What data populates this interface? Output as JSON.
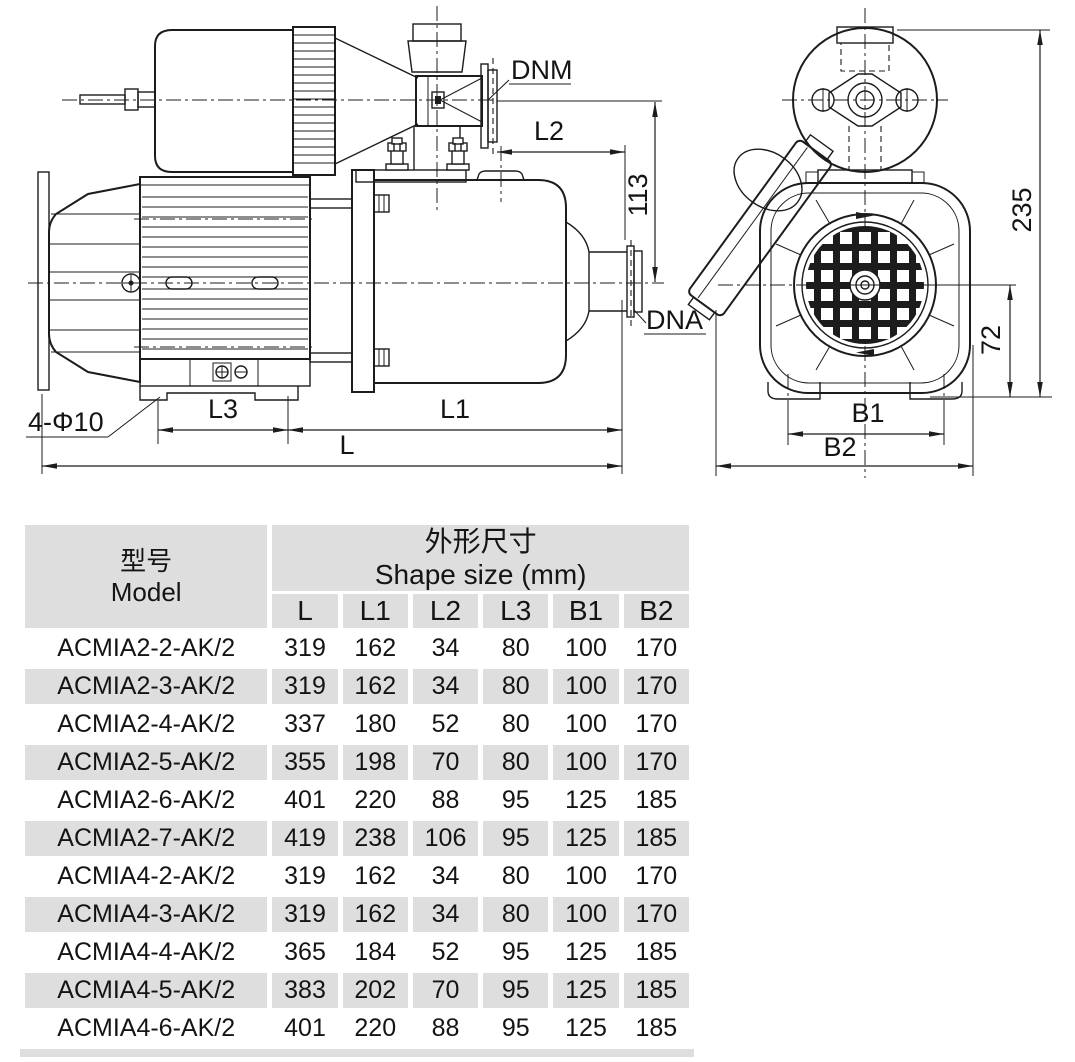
{
  "drawing": {
    "side_view_labels": {
      "dnm": "DNM",
      "l2": "L2",
      "height_113": "113",
      "dna": "DNA",
      "holes": "4-Φ10",
      "l3": "L3",
      "l1": "L1",
      "l": "L"
    },
    "end_view_labels": {
      "height_235": "235",
      "height_72": "72",
      "b1": "B1",
      "b2": "B2"
    }
  },
  "table": {
    "header": {
      "model_zh": "型号",
      "model_en": "Model",
      "size_zh": "外形尺寸",
      "size_en": "Shape size (mm)",
      "columns": [
        "L",
        "L1",
        "L2",
        "L3",
        "B1",
        "B2"
      ]
    },
    "rows": [
      {
        "model": "ACMIA2-2-AK/2",
        "values": [
          319,
          162,
          34,
          80,
          100,
          170
        ]
      },
      {
        "model": "ACMIA2-3-AK/2",
        "values": [
          319,
          162,
          34,
          80,
          100,
          170
        ]
      },
      {
        "model": "ACMIA2-4-AK/2",
        "values": [
          337,
          180,
          52,
          80,
          100,
          170
        ]
      },
      {
        "model": "ACMIA2-5-AK/2",
        "values": [
          355,
          198,
          70,
          80,
          100,
          170
        ]
      },
      {
        "model": "ACMIA2-6-AK/2",
        "values": [
          401,
          220,
          88,
          95,
          125,
          185
        ]
      },
      {
        "model": "ACMIA2-7-AK/2",
        "values": [
          419,
          238,
          106,
          95,
          125,
          185
        ]
      },
      {
        "model": "ACMIA4-2-AK/2",
        "values": [
          319,
          162,
          34,
          80,
          100,
          170
        ]
      },
      {
        "model": "ACMIA4-3-AK/2",
        "values": [
          319,
          162,
          34,
          80,
          100,
          170
        ]
      },
      {
        "model": "ACMIA4-4-AK/2",
        "values": [
          365,
          184,
          52,
          95,
          125,
          185
        ]
      },
      {
        "model": "ACMIA4-5-AK/2",
        "values": [
          383,
          202,
          70,
          95,
          125,
          185
        ]
      },
      {
        "model": "ACMIA4-6-AK/2",
        "values": [
          401,
          220,
          88,
          95,
          125,
          185
        ]
      }
    ]
  },
  "colors": {
    "line_color": "#1c1c1c",
    "table_header_bg": "#dedede",
    "table_alt_row_bg": "#dedede",
    "background": "#ffffff"
  }
}
